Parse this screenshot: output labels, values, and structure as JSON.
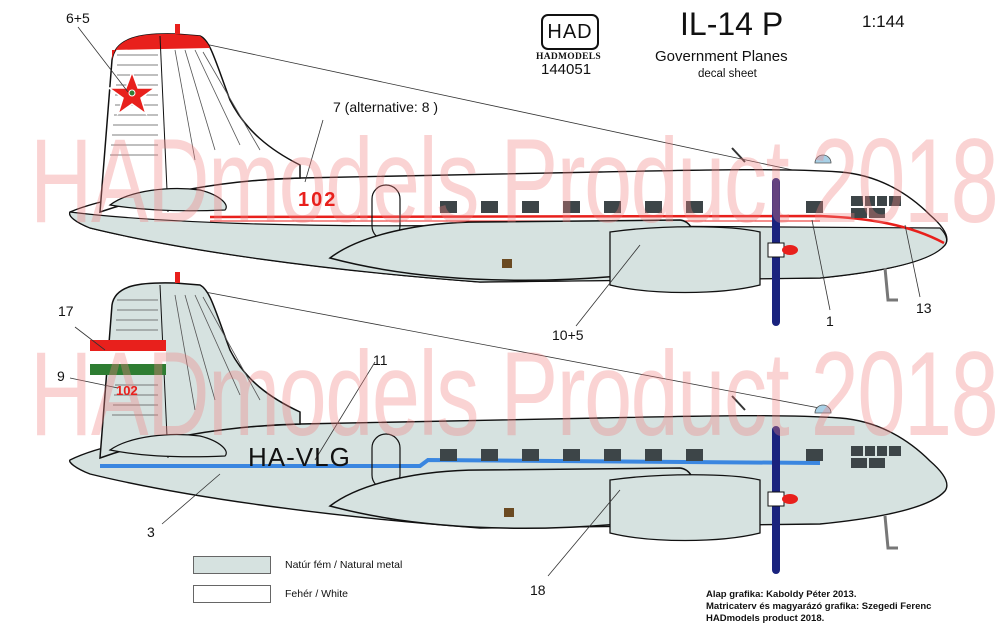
{
  "header": {
    "logo_mark": "HAD",
    "logo_name": "HADMODELS",
    "product_code": "144051",
    "title": "IL-14 P",
    "subtitle": "Government Planes",
    "subtitle2": "decal sheet",
    "scale": "1:144"
  },
  "watermark": {
    "text": "HADmodels Product 2018"
  },
  "aircraft_top": {
    "name": "military-scheme",
    "fuselage_number": "102",
    "tail_emblem": "red-star",
    "cheatline_color": "#e8201c",
    "callouts": [
      {
        "id": "6+5",
        "label": "6+5"
      },
      {
        "id": "7",
        "label": "7 (alternative: 8 )"
      },
      {
        "id": "10+5",
        "label": "10+5"
      },
      {
        "id": "1",
        "label": "1"
      },
      {
        "id": "13",
        "label": "13"
      }
    ]
  },
  "aircraft_bottom": {
    "name": "civil-scheme",
    "registration": "HA-VLG",
    "tail_number": "102",
    "cheatline_color": "#3a86e0",
    "flag_colors": [
      "#e8201c",
      "#ffffff",
      "#2e7d32"
    ],
    "callouts": [
      {
        "id": "17",
        "label": "17"
      },
      {
        "id": "9",
        "label": "9"
      },
      {
        "id": "11",
        "label": "11"
      },
      {
        "id": "3",
        "label": "3"
      },
      {
        "id": "18",
        "label": "18"
      }
    ]
  },
  "legend": [
    {
      "label": "Natúr fém / Natural metal",
      "color": "#d6e2e0"
    },
    {
      "label": "Fehér / White",
      "color": "#ffffff"
    }
  ],
  "credits": [
    "Alap grafika: Kaboldy Péter 2013.",
    "Matricaterv és magyarázó grafika: Szegedi Ferenc",
    "HADmodels product 2018."
  ],
  "colors": {
    "natural_metal": "#d6e2e0",
    "red": "#e8201c",
    "blue": "#3a86e0",
    "green": "#2e7d32",
    "window": "#3d4548",
    "prop": "#1a237e"
  }
}
